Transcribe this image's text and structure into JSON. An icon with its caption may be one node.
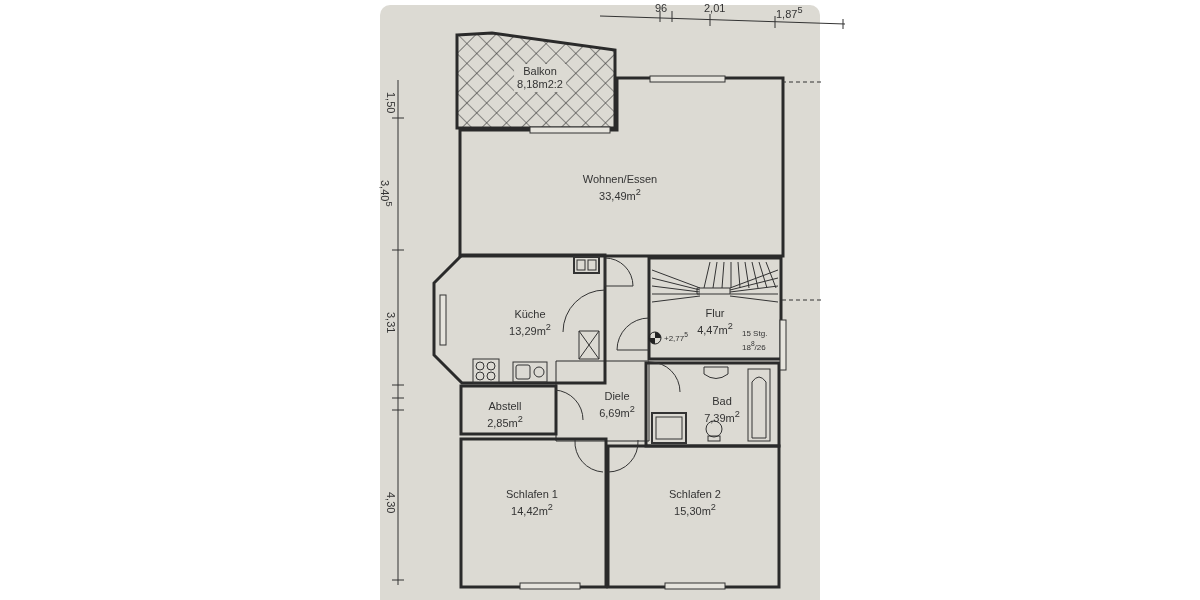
{
  "diagram": {
    "nodes": [
      {
        "text": [
          "Balkon",
          "8,18m2:2"
        ]
      },
      {
        "text": [
          "Wohnen/Essen",
          "33,49m$^{2}$"
        ]
      },
      {
        "text": [
          "Küche",
          "13,29m$^{2}$"
        ]
      },
      {
        "text": [
          "Flur",
          "4,47m$^{2}$"
        ]
      },
      {
        "text": [
          "Abstell",
          "2,85m$^{2}$"
        ]
      },
      {
        "text": [
          "Diele",
          "6,69m$^{2}$"
        ]
      },
      {
        "text": [
          "Bad",
          "7,39m$^{2}$"
        ]
      },
      {
        "text": [
          "Schlafen 1",
          "14,42m$^{2}$"
        ]
      },
      {
        "text": [
          "Schlafen 2",
          "15,30m$^{2}$"
        ]
      }
    ],
    "labels": [
      "96",
      "2,01",
      "1,87$^{5}$",
      "1,50",
      "3,40$^{5}$",
      "3,31",
      "4,30",
      "+2,77$^{5}$",
      "15 Stg.",
      "18$^{8}$/26"
    ]
  }
}
